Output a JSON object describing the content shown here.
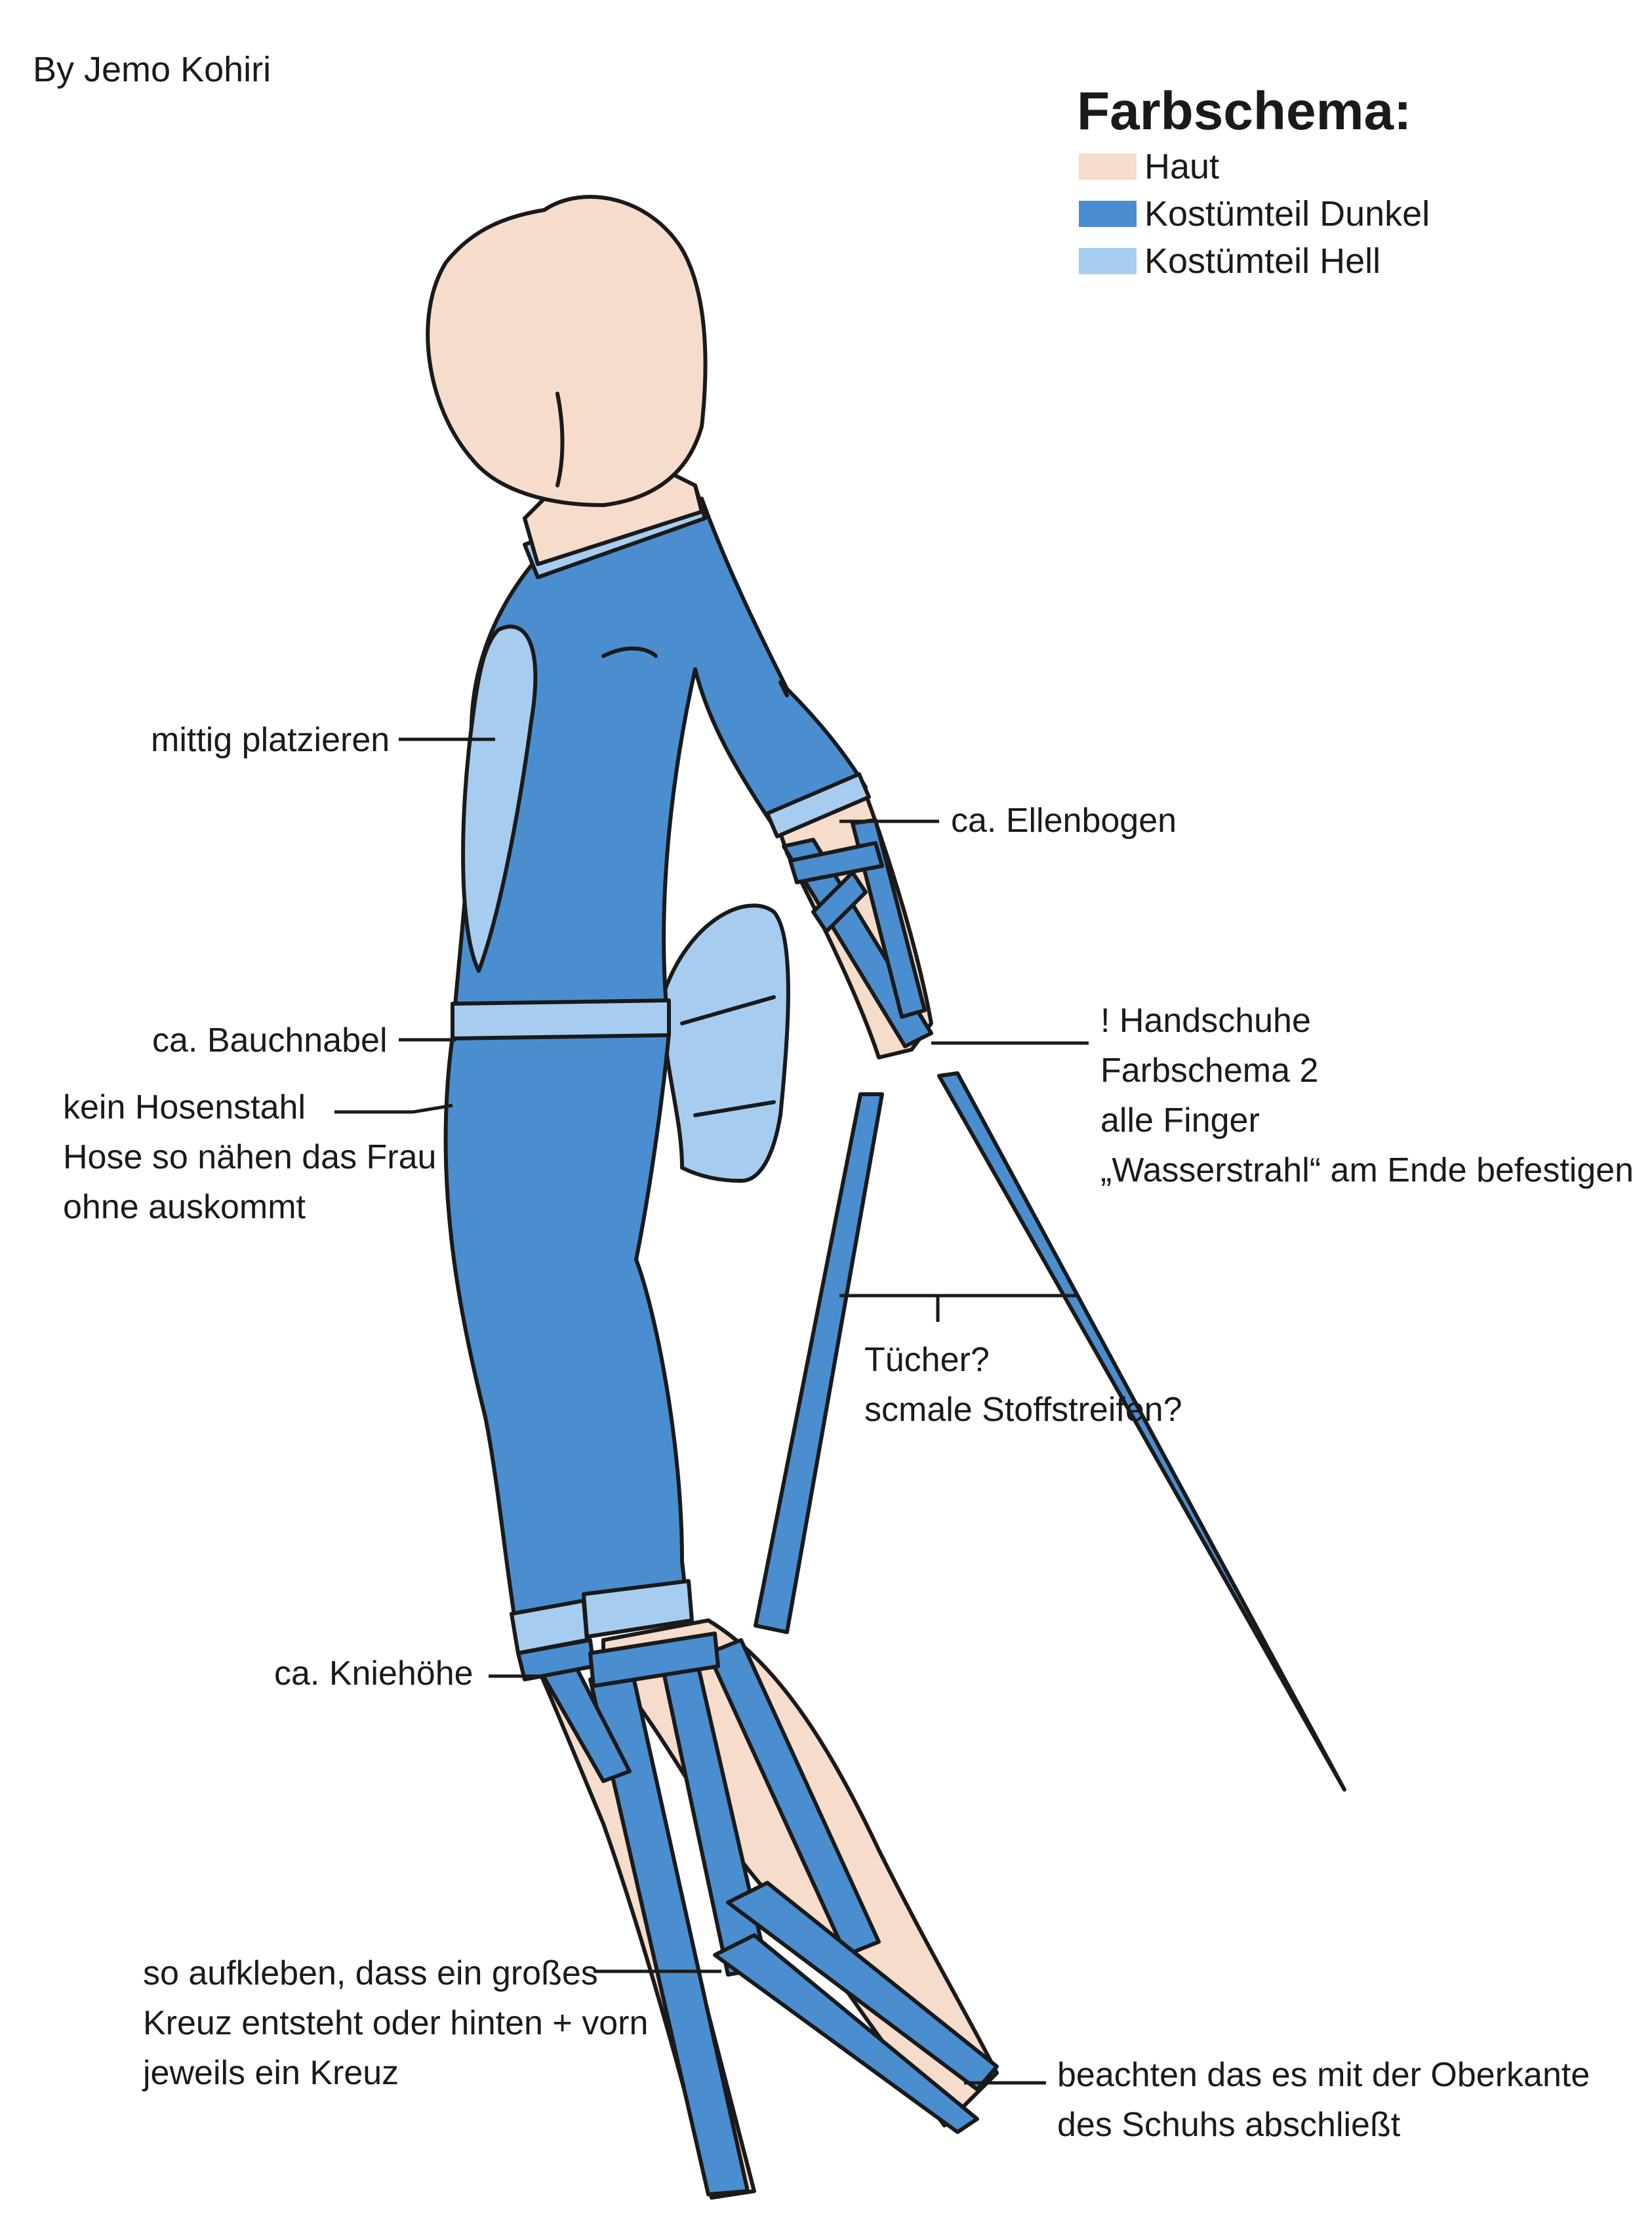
{
  "author": "By Jemo Kohiri",
  "legend": {
    "title": "Farbschema:",
    "items": [
      {
        "label": "Haut",
        "color": "#f6dccb"
      },
      {
        "label": "Kostümteil Dunkel",
        "color": "#4a8ed0"
      },
      {
        "label": "Kostümteil Hell",
        "color": "#a6cdf0"
      }
    ]
  },
  "annotations": {
    "mittig": "mittig platzieren",
    "ellenbogen": "ca. Ellenbogen",
    "bauchnabel": "ca. Bauchnabel",
    "hosenstahl": [
      "kein Hosenstahl",
      "Hose so nähen das Frau",
      "ohne auskommt"
    ],
    "handschuhe": [
      "! Handschuhe",
      "Farbschema 2",
      "alle Finger",
      "„Wasserstrahl“ am Ende befestigen"
    ],
    "tuecher": [
      "Tücher?",
      "scmale Stoffstreifen?"
    ],
    "kniehoehe": "ca. Kniehöhe",
    "aufkleben": [
      "so aufkleben, dass ein großes",
      "Kreuz entsteht oder hinten + vorn",
      "jeweils ein Kreuz"
    ],
    "oberkante": [
      "beachten das es mit der Oberkante",
      "des Schuhs abschließt"
    ]
  }
}
